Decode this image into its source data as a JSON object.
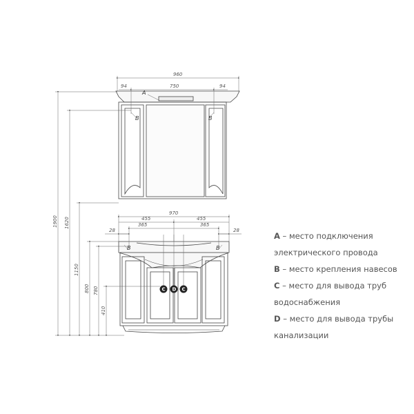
{
  "dimensions": {
    "mirror_width": "960",
    "mirror_side_left": "94",
    "mirror_center": "750",
    "mirror_side_right": "94",
    "cabinet_width": "970",
    "cabinet_half_left": "455",
    "cabinet_half_right": "455",
    "cabinet_inner_left": "365",
    "cabinet_inner_right": "365",
    "cabinet_edge_left": "28",
    "cabinet_edge_right": "28",
    "height_total": "1900",
    "height_mirror": "1620",
    "height_sink": "1150",
    "height_c": "800",
    "height_b": "780",
    "height_low": "410"
  },
  "markers": {
    "a": "A",
    "b": "B",
    "c": "C",
    "d": "D"
  },
  "legend": [
    {
      "key": "A",
      "text": " – место подключения электрического провода"
    },
    {
      "key": "B",
      "text": " – место крепления навесов"
    },
    {
      "key": "C",
      "text": " – место для вывода труб водоснабжения"
    },
    {
      "key": "D",
      "text": " – место для вывода трубы канализации"
    }
  ]
}
